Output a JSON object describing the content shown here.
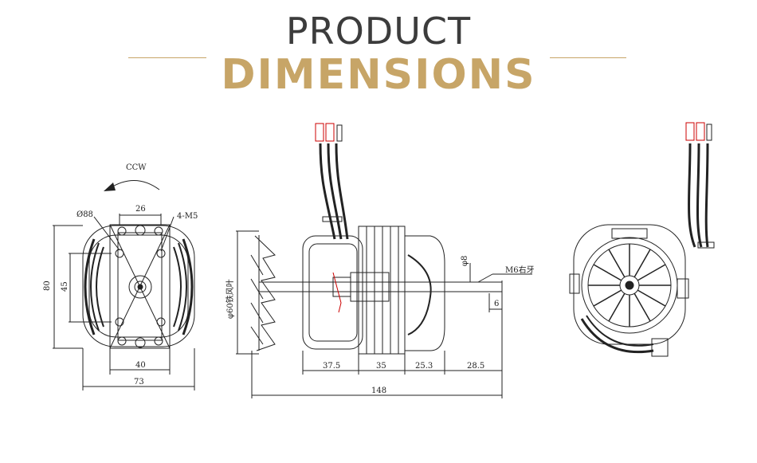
{
  "header": {
    "line1": "PRODUCT",
    "line2": "DIMENSIONS"
  },
  "colors": {
    "accent": "#c7a567",
    "title_dark": "#3c3c3c",
    "ink": "#222222"
  },
  "front_view": {
    "rotation": "CCW",
    "dia": "Ø88",
    "holes": "4-M5",
    "top_width": "26",
    "height_outer": "80",
    "height_inner": "45",
    "bottom_inner": "40",
    "bottom_outer": "73"
  },
  "side_view": {
    "fan_dia": "φ60铁风叶",
    "shaft_dia": "φ8",
    "thread": "M6右牙",
    "thread_len": "6",
    "seg1": "37.5",
    "seg2": "35",
    "seg3": "25.3",
    "seg4": "28.5",
    "total": "148"
  }
}
